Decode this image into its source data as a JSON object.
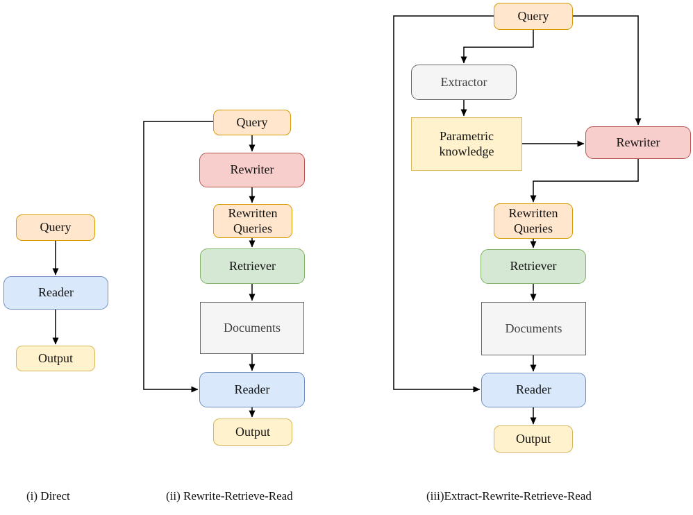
{
  "colors": {
    "orange": {
      "fill": "#FFE6CC",
      "stroke": "#D79B00",
      "text": "#111111"
    },
    "red": {
      "fill": "#F8CECC",
      "stroke": "#B85450",
      "text": "#111111"
    },
    "green": {
      "fill": "#D5E8D4",
      "stroke": "#82B366",
      "text": "#111111"
    },
    "blue": {
      "fill": "#DAE8FC",
      "stroke": "#6C8EBF",
      "text": "#111111"
    },
    "yellow": {
      "fill": "#FFF2CC",
      "stroke": "#D6B656",
      "text": "#111111"
    },
    "gray": {
      "fill": "#F5F5F5",
      "stroke": "#666666",
      "text": "#3f3f3f"
    },
    "edge": {
      "fill": "#000000",
      "stroke": "#000000",
      "text": "#000000"
    }
  },
  "pipeline1": {
    "caption": "(i) Direct",
    "query": "Query",
    "reader": "Reader",
    "output": "Output"
  },
  "pipeline2": {
    "caption": "(ii) Rewrite-Retrieve-Read",
    "query": "Query",
    "rewriter": "Rewriter",
    "rewritten_queries": "Rewritten Queries",
    "retriever": "Retriever",
    "documents": "Documents",
    "reader": "Reader",
    "output": "Output"
  },
  "pipeline3": {
    "caption": "(iii)Extract-Rewrite-Retrieve-Read",
    "query": "Query",
    "extractor": "Extractor",
    "parametric_knowledge": "Parametric knowledge",
    "rewriter": "Rewriter",
    "rewritten_queries": "Rewritten Queries",
    "retriever": "Retriever",
    "documents": "Documents",
    "reader": "Reader",
    "output": "Output"
  }
}
